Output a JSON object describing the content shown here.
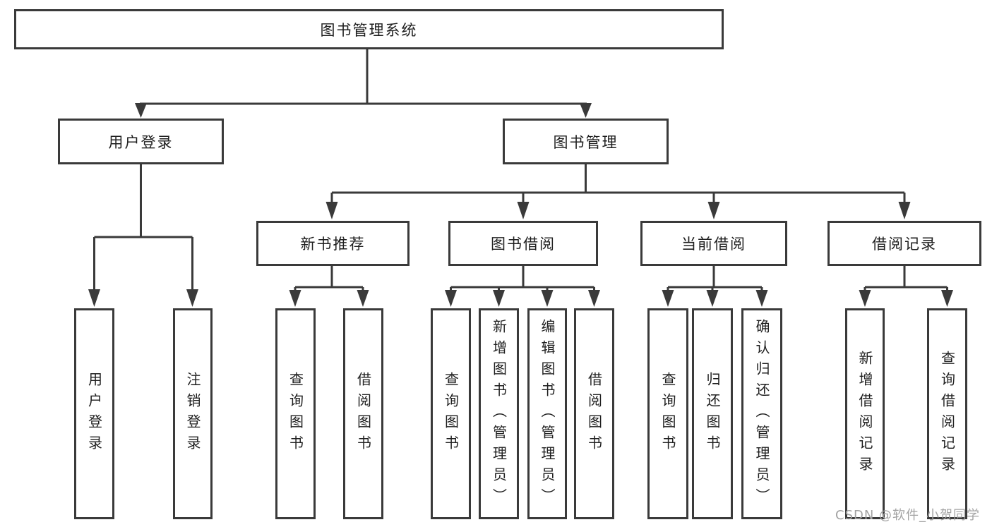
{
  "diagram": {
    "root": {
      "label": "图书管理系统"
    },
    "level2": [
      {
        "label": "用户登录",
        "parent": "图书管理系统"
      },
      {
        "label": "图书管理",
        "parent": "图书管理系统"
      }
    ],
    "level3": [
      {
        "label": "新书推荐",
        "parent": "图书管理"
      },
      {
        "label": "图书借阅",
        "parent": "图书管理"
      },
      {
        "label": "当前借阅",
        "parent": "图书管理"
      },
      {
        "label": "借阅记录",
        "parent": "图书管理"
      }
    ],
    "leaves": [
      {
        "label": "用户登录",
        "parent": "用户登录"
      },
      {
        "label": "注销登录",
        "parent": "用户登录"
      },
      {
        "label": "查询图书",
        "parent": "新书推荐"
      },
      {
        "label": "借阅图书",
        "parent": "新书推荐"
      },
      {
        "label": "查询图书",
        "parent": "图书借阅"
      },
      {
        "label": "新增图书（管理员）",
        "parent": "图书借阅"
      },
      {
        "label": "编辑图书（管理员）",
        "parent": "图书借阅"
      },
      {
        "label": "借阅图书",
        "parent": "图书借阅"
      },
      {
        "label": "查询图书",
        "parent": "当前借阅"
      },
      {
        "label": "归还图书",
        "parent": "当前借阅"
      },
      {
        "label": "确认归还（管理员）",
        "parent": "当前借阅"
      },
      {
        "label": "新增借阅记录",
        "parent": "借阅记录"
      },
      {
        "label": "查询借阅记录",
        "parent": "借阅记录"
      }
    ]
  },
  "watermark": "CSDN @软件_小贺同学",
  "colors": {
    "line": "#3a3a3a",
    "border": "#3a3a3a",
    "text": "#1f1f1f",
    "background": "#ffffff",
    "watermark": "#a3a3a3"
  }
}
